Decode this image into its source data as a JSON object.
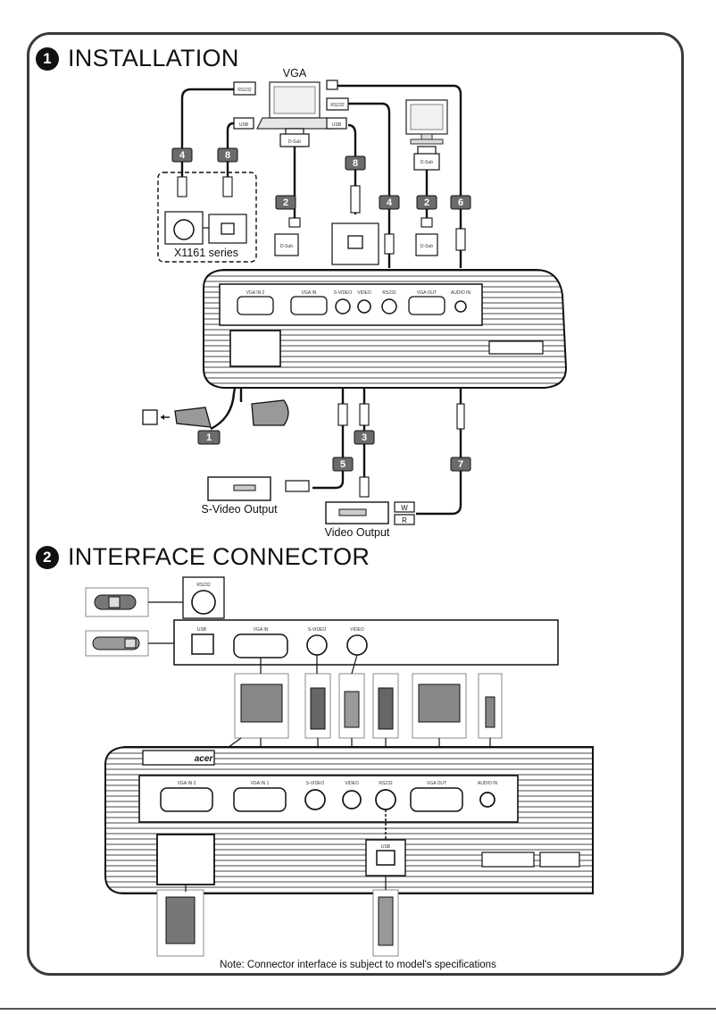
{
  "section1": {
    "number": "1",
    "title": "INSTALLATION"
  },
  "section2": {
    "number": "2",
    "title": "INTERFACE CONNECTOR"
  },
  "top_labels": {
    "vga": "VGA",
    "x1161": "X1161 series",
    "svideo_output": "S-Video Output",
    "video_output": "Video Output"
  },
  "port_labels": {
    "rs232": "RS232",
    "usb": "USB",
    "dsub": "D-Sub",
    "vga_in2": "VGA IN 2",
    "vga_in1": "VGA IN 1",
    "vga_in": "VGA IN",
    "svideo": "S-VIDEO",
    "video": "VIDEO",
    "vga_out": "VGA OUT",
    "audio_in": "AUDIO IN",
    "brand": "acer",
    "audio_w": "W",
    "audio_r": "R"
  },
  "cable_numbers": {
    "c1": "1",
    "c2a": "2",
    "c2b": "2",
    "c3": "3",
    "c4a": "4",
    "c4b": "4",
    "c5": "5",
    "c6": "6",
    "c7": "7",
    "c8a": "8",
    "c8b": "8"
  },
  "note": "Note: Connector interface is subject to model's specifications",
  "colors": {
    "ink": "#111111",
    "frame": "#3a3a3a",
    "gray": "#6b6b6b",
    "light": "#e2e2e2"
  }
}
